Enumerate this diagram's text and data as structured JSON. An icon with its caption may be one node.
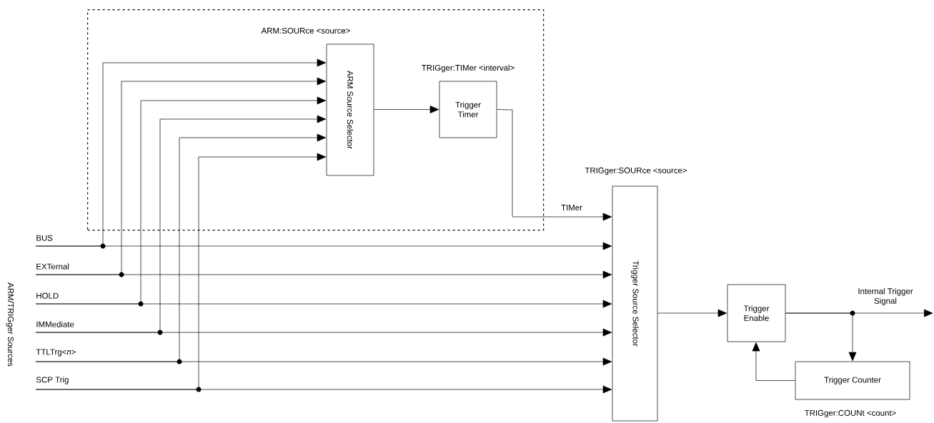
{
  "diagram": {
    "nodes": [
      {
        "text": [],
        "shape": "box"
      },
      {
        "text": [
          "ARM Source Selector"
        ],
        "in": 0,
        "beside": [
          "ARM:SOURce <source>"
        ]
      },
      {
        "text": [
          "Trigger Timer"
        ],
        "in": 0,
        "beside": [
          "TRIGger:TIMer <interval>"
        ]
      },
      {
        "text": [
          "Trigger Source Selector"
        ],
        "beside": [
          "TRIGger:SOURce <source>"
        ]
      },
      {
        "text": [
          "Trigger Enable"
        ]
      },
      {
        "text": [
          "Trigger Counter"
        ],
        "beside": [
          "TRIGger:COUNt <count>"
        ]
      },
      {
        "text": [
          "BUS"
        ]
      },
      {
        "text": [
          "EXTernal"
        ]
      },
      {
        "text": [
          "HOLD"
        ]
      },
      {
        "text": [
          "IMMediate"
        ]
      },
      {
        "text": [
          "TTLTrg<*n*>"
        ]
      },
      {
        "text": [
          "SCP Trig"
        ]
      }
    ],
    "edges": [
      {
        "from": 1,
        "to": 2,
        "arrow": "to"
      },
      {
        "from": 2,
        "to": 3,
        "arrow": "to",
        "label": "TIMer"
      },
      {
        "from": 6,
        "to": 3,
        "arrow": "to"
      },
      {
        "from": 7,
        "to": 3,
        "arrow": "to"
      },
      {
        "from": 8,
        "to": 3,
        "arrow": "to"
      },
      {
        "from": 9,
        "to": 3,
        "arrow": "to"
      },
      {
        "from": 10,
        "to": 3,
        "arrow": "to"
      },
      {
        "from": 11,
        "to": 3,
        "arrow": "to"
      },
      {
        "from": 6,
        "to": 1,
        "arrow": "to"
      },
      {
        "from": 7,
        "to": 1,
        "arrow": "to"
      },
      {
        "from": 8,
        "to": 1,
        "arrow": "to"
      },
      {
        "from": 9,
        "to": 1,
        "arrow": "to"
      },
      {
        "from": 10,
        "to": 1,
        "arrow": "to"
      },
      {
        "from": 11,
        "to": 1,
        "arrow": "to"
      },
      {
        "from": 3,
        "to": 4,
        "arrow": "to"
      },
      {
        "from": 4,
        "to": null,
        "arrow": "to",
        "label": "Internal Trigger Signal"
      },
      {
        "from": 4,
        "to": 5,
        "arrow": "to"
      },
      {
        "from": 5,
        "to": 4,
        "arrow": "to"
      }
    ],
    "labels": [
      "ARM/TRIGger Sources"
    ]
  }
}
